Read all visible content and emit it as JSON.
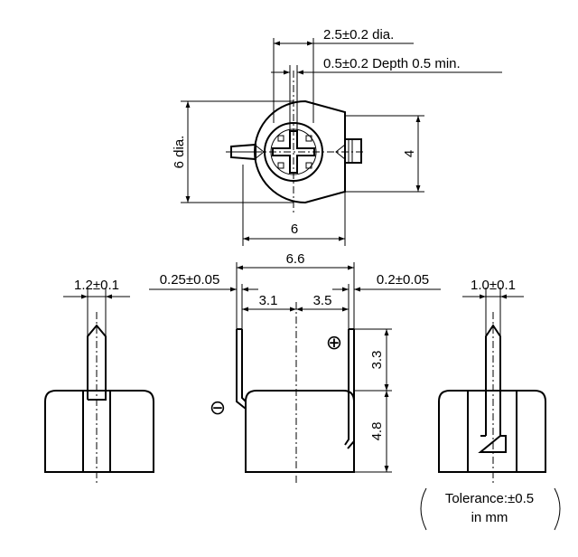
{
  "top_view": {
    "dia_hole": "2.5±0.2 dia.",
    "slot": "0.5±0.2 Depth 0.5 min.",
    "body_dia": "6 dia.",
    "height": "4",
    "width": "6"
  },
  "side_view_left": {
    "pin_width": "1.2±0.1"
  },
  "front_view": {
    "overall": "6.6",
    "left_offset": "0.25±0.05",
    "right_offset": "0.2±0.05",
    "left_span": "3.1",
    "right_span": "3.5",
    "upper_height": "3.3",
    "lower_height": "4.8",
    "plus": "⊕",
    "minus": "⊖"
  },
  "side_view_right": {
    "pin_width": "1.0±0.1"
  },
  "note": {
    "line1": "Tolerance:±0.5",
    "line2": "in mm"
  }
}
